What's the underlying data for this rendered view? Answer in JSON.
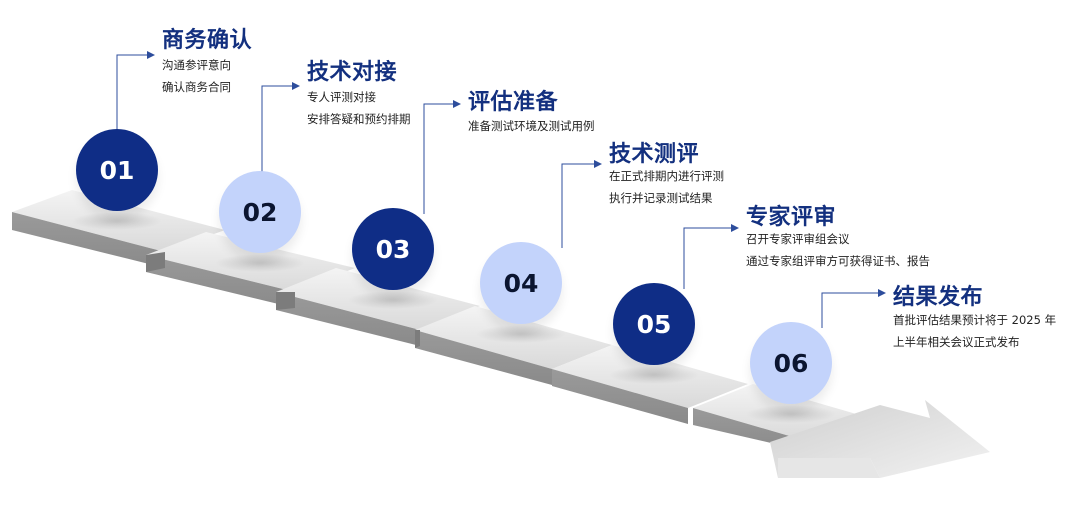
{
  "colors": {
    "dark_circle": "#0f2d86",
    "light_circle": "#c3d3fb",
    "title": "#13307f",
    "connector": "#2d4d9c"
  },
  "steps": [
    {
      "number": "01",
      "title": "商务确认",
      "lines": [
        "沟通参评意向",
        "确认商务合同"
      ],
      "style": "dark"
    },
    {
      "number": "02",
      "title": "技术对接",
      "lines": [
        "专人评测对接",
        "安排答疑和预约排期"
      ],
      "style": "light"
    },
    {
      "number": "03",
      "title": "评估准备",
      "lines": [
        "准备测试环境及测试用例"
      ],
      "style": "dark"
    },
    {
      "number": "04",
      "title": "技术测评",
      "lines": [
        "在正式排期内进行评测",
        "执行并记录测试结果"
      ],
      "style": "light"
    },
    {
      "number": "05",
      "title": "专家评审",
      "lines": [
        "召开专家评审组会议",
        "通过专家组评审方可获得证书、报告"
      ],
      "style": "dark"
    },
    {
      "number": "06",
      "title": "结果发布",
      "lines": [
        "首批评估结果预计将于 2025 年",
        "上半年相关会议正式发布"
      ],
      "style": "light"
    }
  ]
}
